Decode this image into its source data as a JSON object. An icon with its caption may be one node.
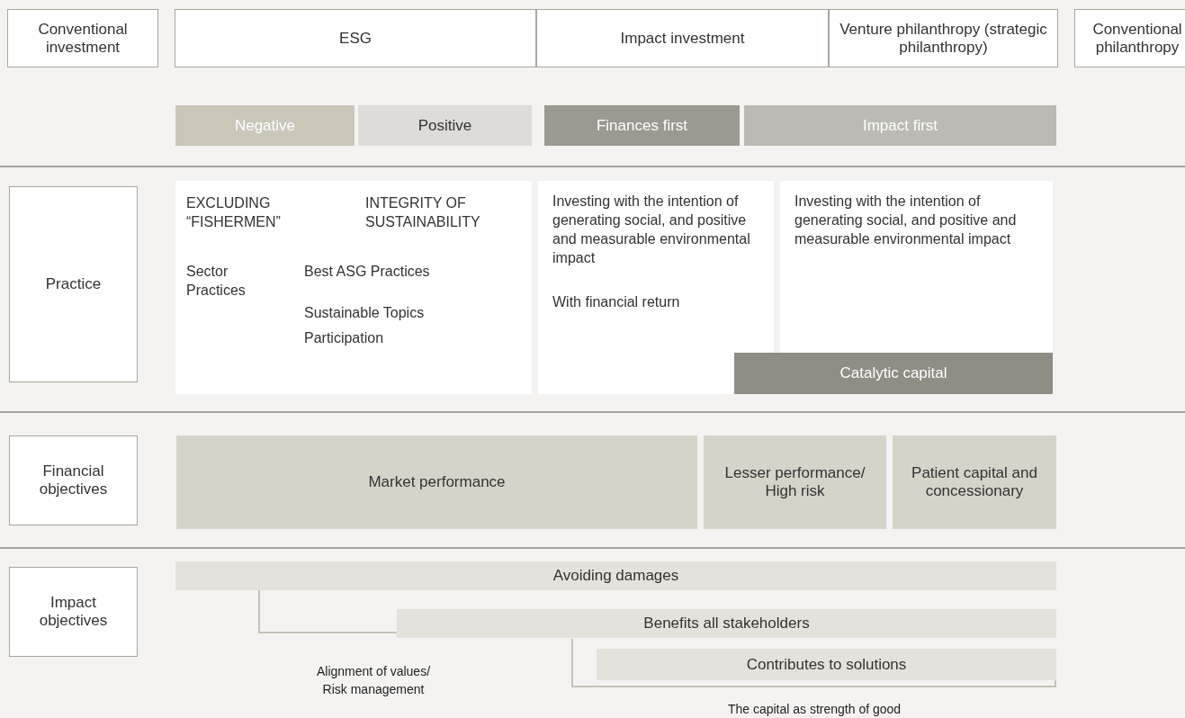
{
  "diagram": {
    "nodes": [
      {
        "text": [
          "Conventional investment"
        ]
      },
      {
        "text": [
          "ESG"
        ]
      },
      {
        "text": [
          "Impact investment"
        ]
      },
      {
        "text": [
          "Venture philanthropy (strategic philanthropy)"
        ]
      },
      {
        "text": [
          "Conventional philanthropy"
        ]
      },
      {
        "text": [
          "Negative"
        ]
      },
      {
        "text": [
          "Positive"
        ]
      },
      {
        "text": [
          "Finances first"
        ]
      },
      {
        "text": [
          "Impact first"
        ]
      },
      {
        "text": [
          "Practice"
        ]
      },
      {
        "text": [
          "EXCLUDING “FISHERMEN”",
          "INTEGRITY OF SUSTAINABILITY",
          "Sector Practices",
          "Best ASG Practices",
          "Sustainable Topics",
          "Participation"
        ]
      },
      {
        "text": [
          "Investing with the intention of generating social, and positive and measurable environmental impact",
          "With financial return"
        ]
      },
      {
        "text": [
          "Investing with the intention of generating social, and positive and measurable environmental impact"
        ]
      },
      {
        "text": [
          "Catalytic capital"
        ]
      },
      {
        "text": [
          "Financial objectives"
        ]
      },
      {
        "text": [
          "Market performance"
        ]
      },
      {
        "text": [
          "Lesser performance/ High risk"
        ]
      },
      {
        "text": [
          "Patient capital and concessionary"
        ]
      },
      {
        "text": [
          "Impact objectives"
        ]
      },
      {
        "text": [
          "Avoiding damages"
        ]
      },
      {
        "text": [
          "Benefits all stakeholders"
        ]
      },
      {
        "text": [
          "Contributes to solutions"
        ]
      }
    ],
    "edges": [],
    "labels": [
      "Alignment of values/ Risk management",
      "The capital as strength of good"
    ]
  }
}
